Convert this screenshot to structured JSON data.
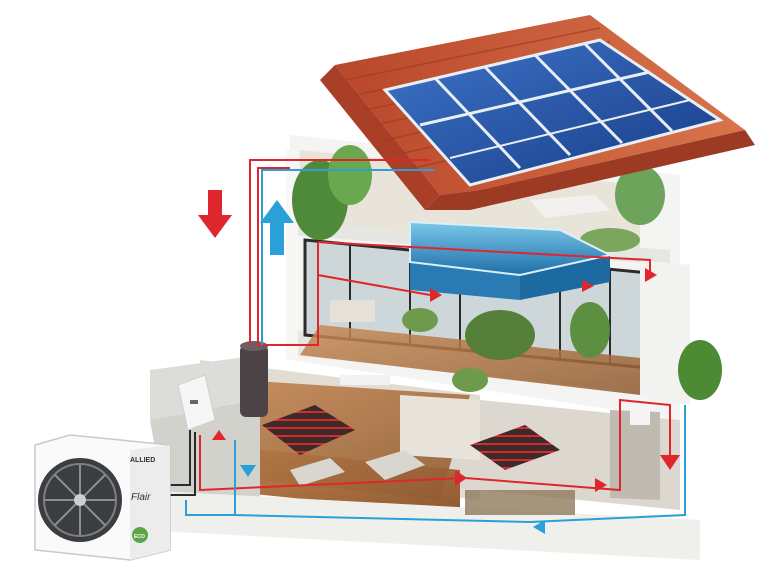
{
  "scene": {
    "outdoor_unit": {
      "brand_text": "ALLIED",
      "model_text": "Flair",
      "badge_text": "ECO"
    }
  },
  "colors": {
    "hot_pipe": "#e0262d",
    "cold_pipe": "#2a9fd8",
    "roof_tile": "#c65a3a",
    "solar_panel": "#1c4a9e",
    "pool_water": "#49a9d6",
    "wall": "#ececec",
    "floor_wood": "#a86b3c"
  },
  "icons": {
    "hot_arrow": "arrow-down-red",
    "cold_arrow": "arrow-up-blue"
  }
}
